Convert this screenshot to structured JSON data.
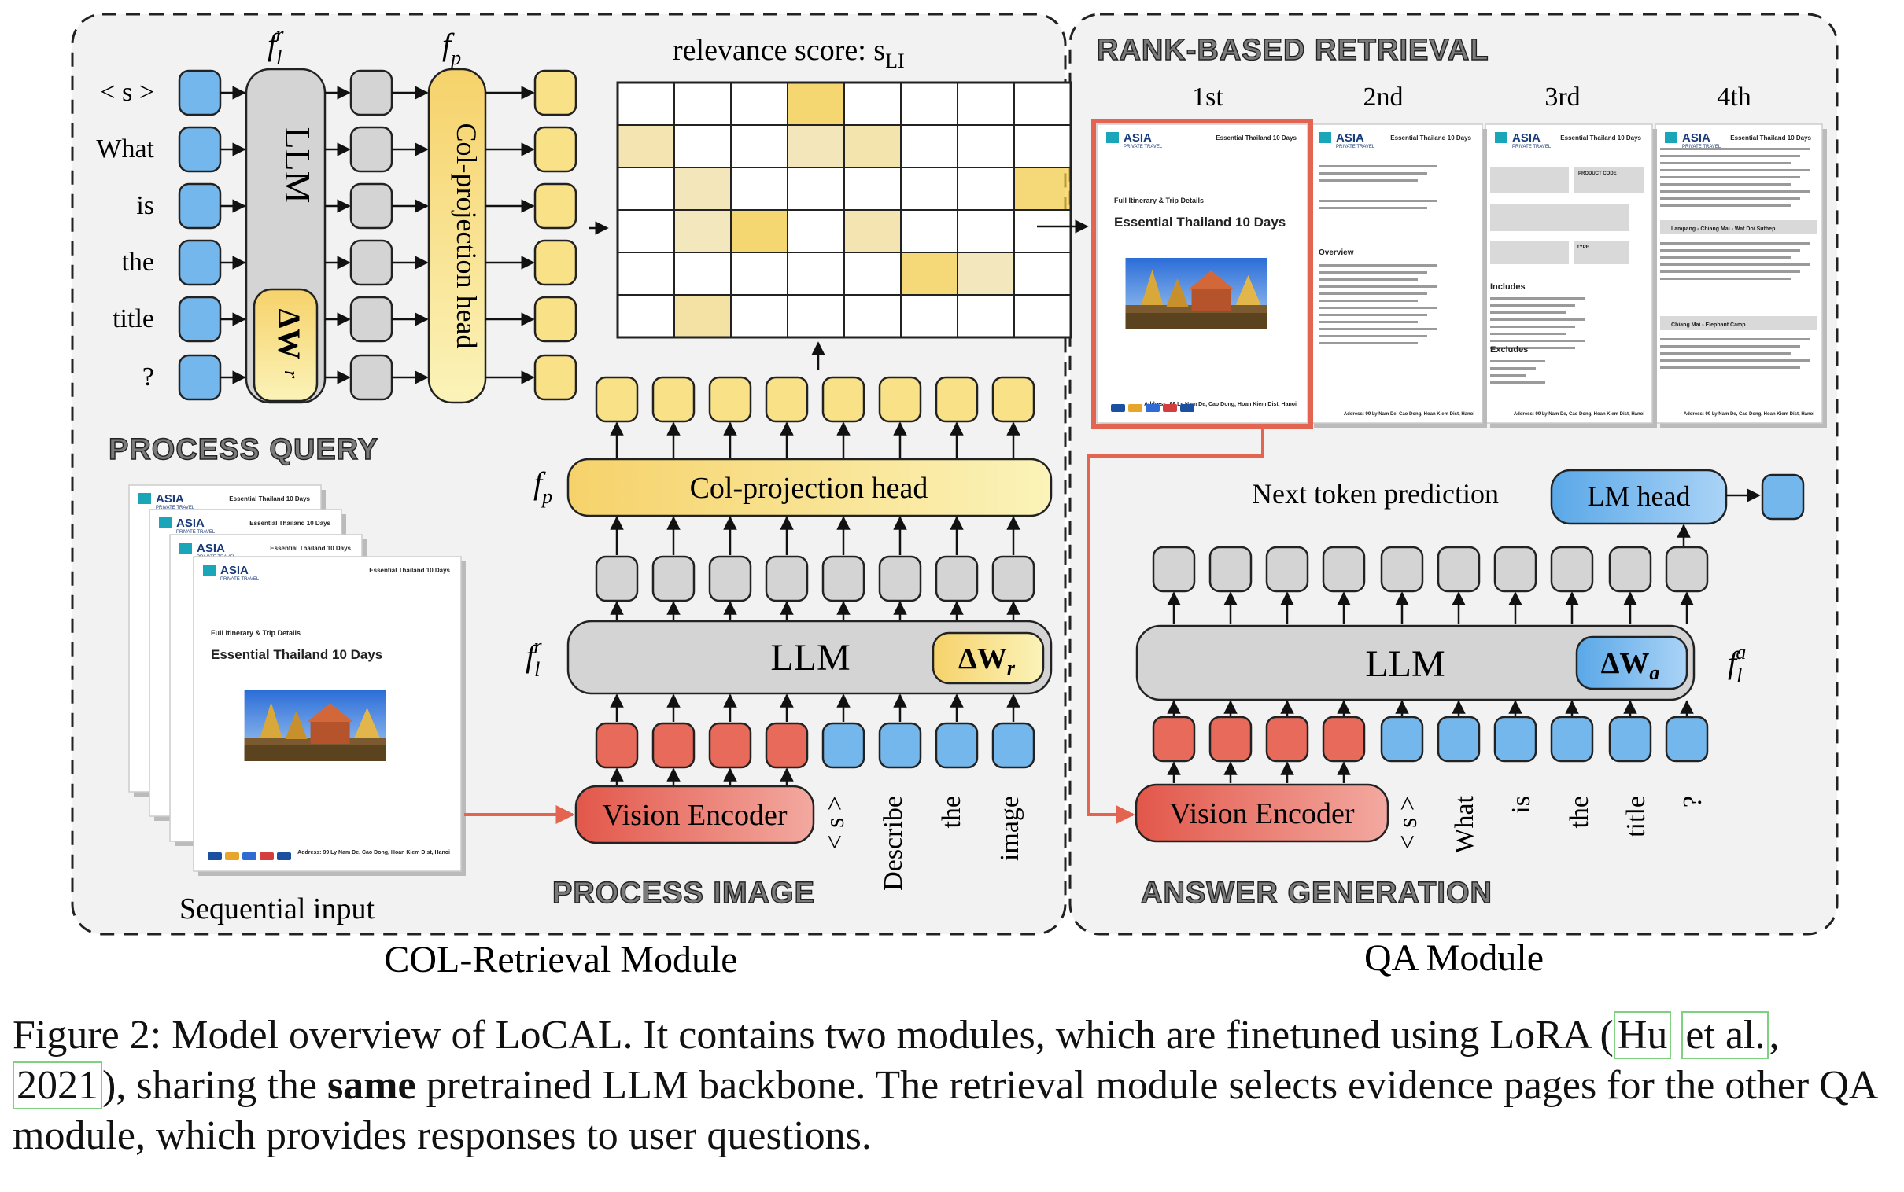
{
  "caption": {
    "prefix": "Figure 2: Model overview of LoCAL. It contains two modules, which are finetuned using LoRA (",
    "cite1": "Hu",
    "cite2": "et al.",
    "sep": ", ",
    "cite3": "2021",
    "mid": "), sharing the ",
    "bold": "same",
    "suffix": " pretrained LLM backbone. The retrieval module selects evidence pages for the other QA module, which provides responses to user questions."
  },
  "modules": {
    "retrieval": "COL-Retrieval Module",
    "qa": "QA Module"
  },
  "sections": {
    "process_query": "PROCESS QUERY",
    "process_image": "PROCESS IMAGE",
    "rank_retrieval": "RANK-BASED RETRIEVAL",
    "answer_generation": "ANSWER GENERATION"
  },
  "labels": {
    "llm": "LLM",
    "delta_w": "ΔW",
    "sub_r": "r",
    "sub_a": "a",
    "col_head": "Col-projection head",
    "vision_encoder": "Vision Encoder",
    "lm_head": "LM head",
    "next_token": "Next token prediction",
    "relevance": "relevance score: s",
    "relevance_sub": "LI",
    "sequential_input": "Sequential input",
    "f": "f",
    "f_l": "l",
    "f_p": "p",
    "sup_r": "r",
    "sup_a": "a"
  },
  "query_tokens": [
    "< s >",
    "What",
    "is",
    "the",
    "title",
    "?"
  ],
  "image_prompt_tokens": [
    "< s >",
    "Describe",
    "the",
    "image"
  ],
  "qa_tokens": [
    "< s >",
    "What",
    "is",
    "the",
    "title",
    "?"
  ],
  "ranks": [
    "1st",
    "2nd",
    "3rd",
    "4th"
  ],
  "document": {
    "brand": "ASIA",
    "brand_sub": "PRIVATE TRAVEL",
    "header": "Essential Thailand 10 Days",
    "subtitle": "Full Itinerary & Trip Details",
    "title": "Essential Thailand 10 Days",
    "address": "Address: 99 Ly Nam De, Cao Dong, Hoan Kiem Dist, Hanoi",
    "page2_heading": "Overview",
    "page3_includes": "Includes",
    "page3_excludes": "Excludes",
    "page3_code": "PRODUCT CODE",
    "page3_type": "TYPE",
    "page4_day1": "Lampang - Chiang Mai - Wat Doi Suthep",
    "page4_day2": "Chiang Mai - Elephant Camp"
  },
  "heatmap": [
    [
      0,
      0,
      0,
      0.55,
      0,
      0,
      0,
      0
    ],
    [
      0.18,
      0,
      0,
      0.12,
      0.2,
      0,
      0,
      0
    ],
    [
      0,
      0.12,
      0,
      0,
      0,
      0,
      0,
      0.5
    ],
    [
      0,
      0.1,
      0.55,
      0,
      0.18,
      0,
      0,
      0
    ],
    [
      0,
      0,
      0,
      0,
      0,
      0.5,
      0.1,
      0
    ],
    [
      0,
      0.25,
      0,
      0,
      0,
      0,
      0,
      0
    ]
  ],
  "colors": {
    "yellow": "#f8e187",
    "blue": "#74b7ec",
    "red": "#e86a5a",
    "gray": "#d4d4d4",
    "highlight": "#e26451"
  }
}
